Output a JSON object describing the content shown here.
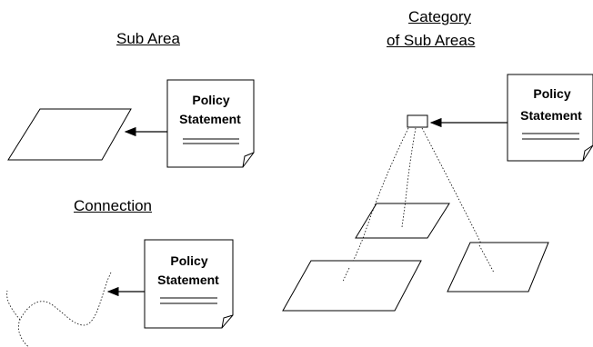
{
  "headings": {
    "sub_area": "Sub Area",
    "category_line1": "Category",
    "category_line2": "of Sub Areas",
    "connection": "Connection"
  },
  "documents": {
    "sub_area_doc": {
      "line1": "Policy",
      "line2": "Statement"
    },
    "category_doc": {
      "line1": "Policy",
      "line2": "Statement"
    },
    "connection_doc": {
      "line1": "Policy",
      "line2": "Statement"
    }
  },
  "colors": {
    "stroke": "#000000",
    "background": "#ffffff"
  }
}
